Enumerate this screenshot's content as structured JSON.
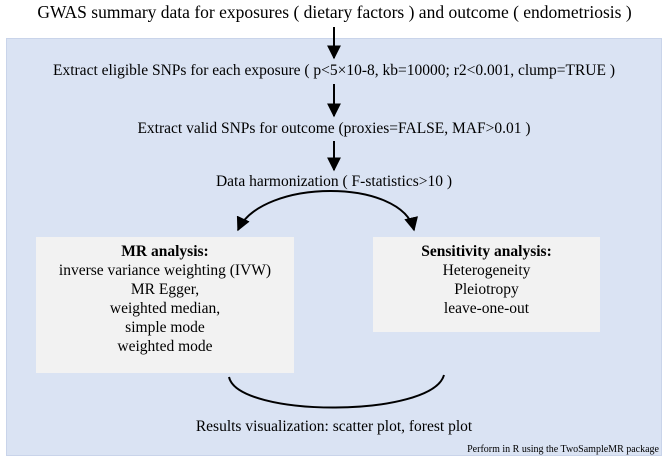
{
  "top_title": "GWAS summary data for exposures ( dietary factors ) and outcome ( endometriosis )",
  "steps": {
    "extract_exposure": "Extract eligible SNPs for each exposure ( p<5×10-8, kb=10000; r2<0.001, clump=TRUE )",
    "extract_outcome": "Extract valid SNPs for outcome (proxies=FALSE, MAF>0.01 )",
    "harmonization": "Data harmonization ( F-statistics>10 )"
  },
  "mr_box": {
    "title": "MR analysis:",
    "methods": [
      "inverse variance weighting (IVW)",
      "MR Egger,",
      "weighted median,",
      "simple mode",
      "weighted mode"
    ]
  },
  "sensitivity_box": {
    "title": "Sensitivity analysis:",
    "items": [
      "Heterogeneity",
      "Pleiotropy",
      "leave-one-out"
    ]
  },
  "results": "Results visualization: scatter plot, forest plot",
  "footnote": "Perform in R using the TwoSampleMR package",
  "colors": {
    "panel": "#dae3f3",
    "box": "#f2f2f2",
    "arrow": "#000000"
  }
}
